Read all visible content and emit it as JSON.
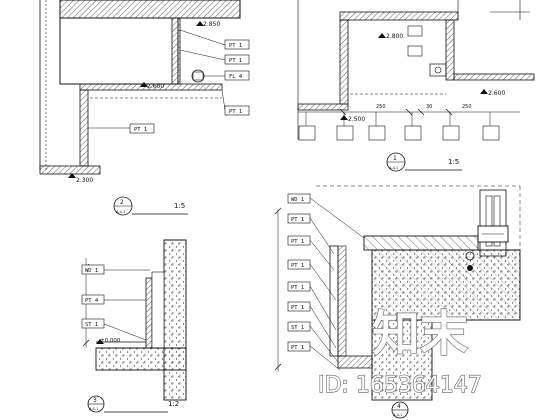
{
  "drawing": {
    "detail_top_left": {
      "dims": [
        "2.850",
        "2.600",
        "2.300"
      ],
      "tags": [
        "PT 1",
        "PT 1",
        "FL 4",
        "PT 1",
        "PT 1"
      ],
      "bubble": {
        "num": "2",
        "sheet": "A-4-1",
        "scale": "1:5"
      }
    },
    "detail_top_right": {
      "dims": [
        "2.800",
        "2.600",
        "2.500"
      ],
      "spans": [
        "250",
        "30",
        "250"
      ],
      "bubble": {
        "num": "1",
        "sheet": "A-4-1",
        "scale": "1:5"
      }
    },
    "detail_bottom_left": {
      "tags": [
        "WD 1",
        "PT 4",
        "ST 1"
      ],
      "level": "±0.000",
      "bubble": {
        "num": "3",
        "sheet": "A-4-1",
        "scale": "1:2"
      }
    },
    "detail_bottom_right": {
      "tags": [
        "WD 1",
        "PT 1",
        "PT 1",
        "PT 1",
        "PT 1",
        "PT 1",
        "ST 1",
        "PT 1"
      ],
      "bubble": {
        "num": "4",
        "sheet": "A-4-1"
      }
    },
    "watermark": {
      "text": "知末",
      "id": "ID: 165364147"
    }
  }
}
